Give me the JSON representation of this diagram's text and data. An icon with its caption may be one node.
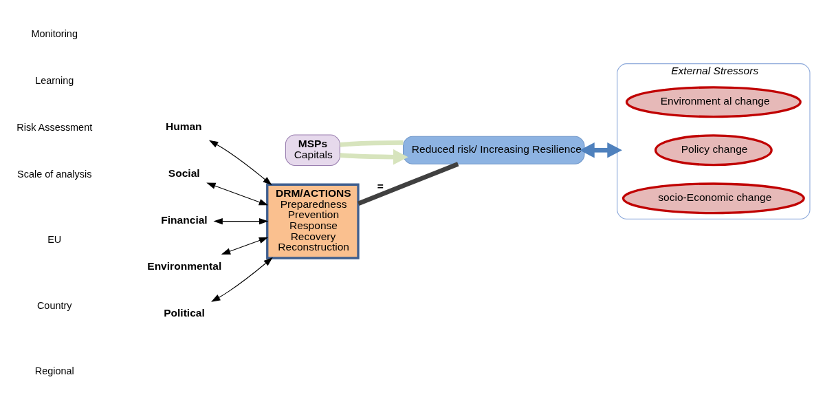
{
  "diagram": {
    "nodes": [
      {
        "text": [
          "MSPs",
          "Capitals"
        ]
      },
      {
        "text": [
          "Human"
        ]
      },
      {
        "text": [
          "Social"
        ]
      },
      {
        "text": [
          "Financial"
        ]
      },
      {
        "text": [
          "Environmental"
        ]
      },
      {
        "text": [
          "Political"
        ]
      },
      {
        "text": [
          "DRM/ACTIONS",
          "Preparedness Prevention Response Recovery Reconstruction"
        ]
      },
      {
        "text": [
          "Reduced risk/ Increasing Resilience"
        ]
      },
      {
        "text": [
          "External Stressors"
        ]
      },
      {
        "text": [
          "Environment al change"
        ],
        "in": 8
      },
      {
        "text": [
          "Policy change"
        ],
        "in": 8
      },
      {
        "text": [
          "socio-Economic change"
        ],
        "in": 8
      }
    ],
    "edges": [
      {
        "from": 0,
        "to": 7,
        "arrow": "to",
        "style": "thick",
        "color": "#d7e4bd"
      },
      {
        "from": 7,
        "to": 0,
        "arrow": "none",
        "style": "thick",
        "color": "#d7e4bd"
      },
      {
        "from": 1,
        "to": 6,
        "arrow": "both"
      },
      {
        "from": 2,
        "to": 6,
        "arrow": "both"
      },
      {
        "from": 3,
        "to": 6,
        "arrow": "both"
      },
      {
        "from": 4,
        "to": 6,
        "arrow": "both"
      },
      {
        "from": 5,
        "to": 6,
        "arrow": "both"
      },
      {
        "from": 6,
        "to": 7,
        "arrow": "none",
        "label": "=",
        "style": "thick",
        "color": "#404040"
      },
      {
        "from": 7,
        "to": 8,
        "arrow": "both",
        "style": "thick",
        "color": "#4f81bd"
      }
    ],
    "labels": [
      "Scale of analysis",
      "EU",
      "Country",
      "Regional",
      "Risk Assessment",
      "Learning",
      "Monitoring"
    ]
  }
}
